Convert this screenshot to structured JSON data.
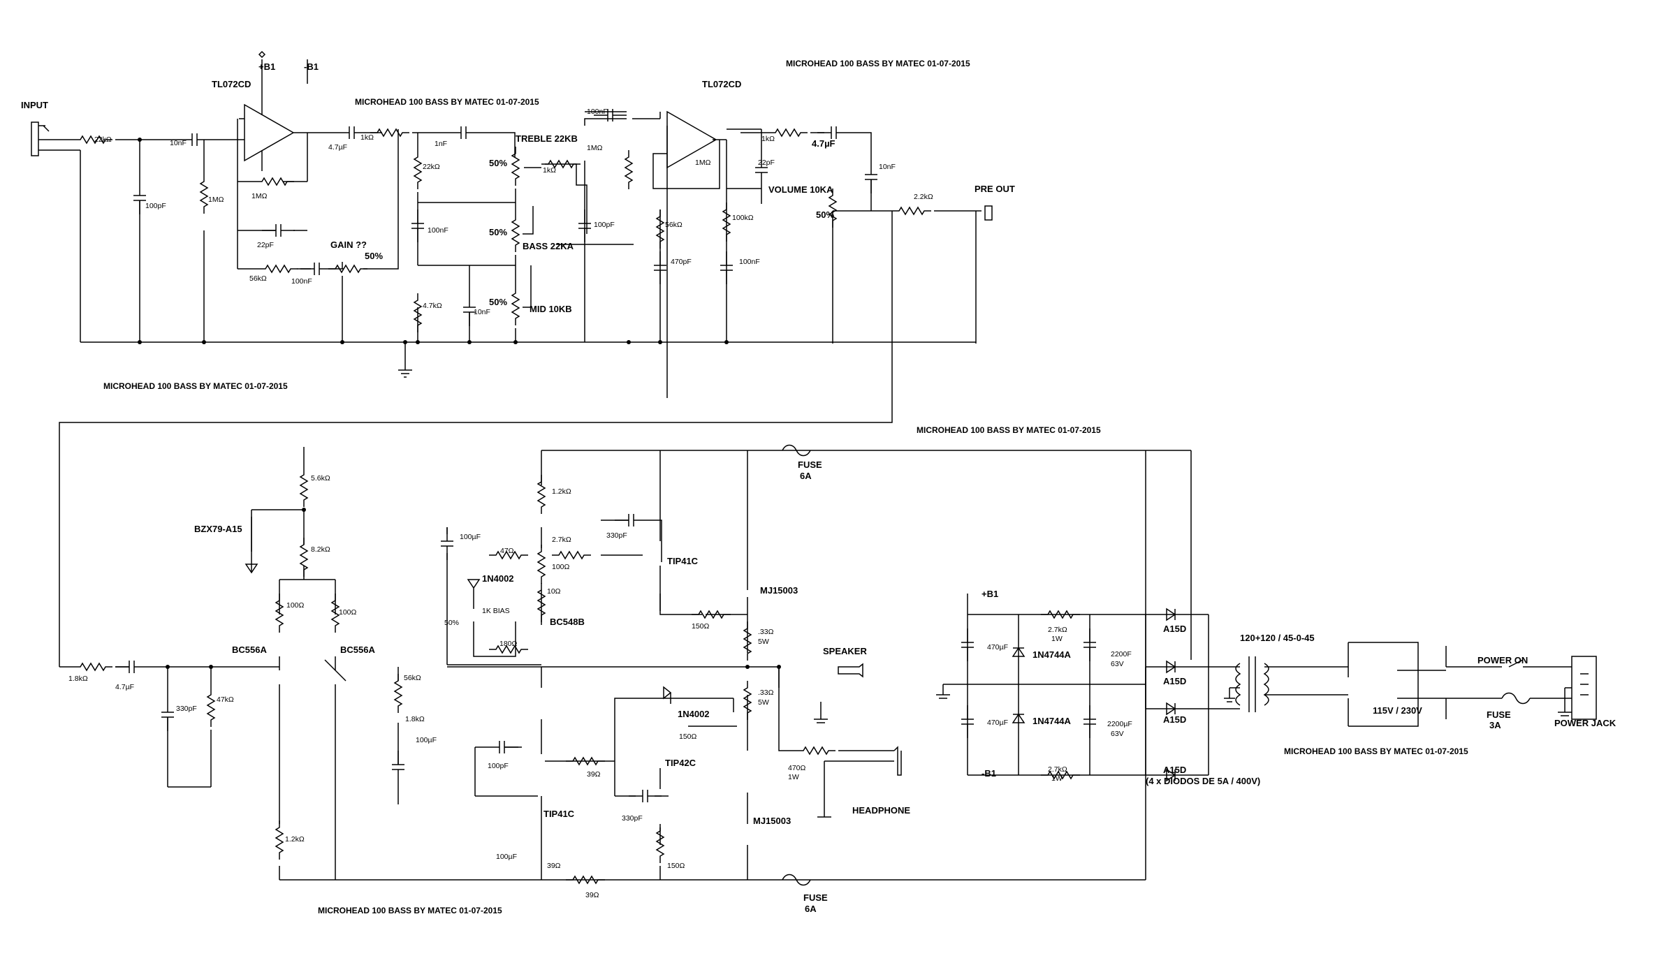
{
  "titles": {
    "t1": "MICROHEAD 100 BASS  BY MATEC 01-07-2015",
    "t2": "MICROHEAD 100 BASS  BY MATEC 01-07-2015",
    "t3": "MICROHEAD 100 BASS  BY MATEC 01-07-2015",
    "t4": "MICROHEAD 100 BASS  BY MATEC 01-07-2015",
    "t5": "MICROHEAD 100 BASS  BY MATEC 01-07-2015",
    "t6": "MICROHEAD 100 BASS  BY MATEC 01-07-2015"
  },
  "preamp": {
    "input": "INPUT",
    "opamp1": "TL072CD",
    "opamp2": "TL072CD",
    "plus_b1": "+B1",
    "minus_b1": "-B1",
    "r_22k": "22kΩ",
    "c_10nf_in": "10nF",
    "c_100pf_in": "100pF",
    "r_1m_in": "1MΩ",
    "r_1m_fb": "1MΩ",
    "c_22pf_fb": "22pF",
    "r_56k_g": "56kΩ",
    "c_100nf_g": "100nF",
    "gain": "GAIN ??",
    "gain_pct": "50%",
    "c_4u7_a": "4.7µF",
    "r_1k_a": "1kΩ",
    "c_1nf": "1nF",
    "treble": "TREBLE 22KB",
    "treble_pct": "50%",
    "r_1k_b": "1kΩ",
    "r_22k_tone": "22kΩ",
    "c_100nf_tone": "100nF",
    "bass": "BASS 22KA",
    "bass_pct": "50%",
    "r_4k7": "4.7kΩ",
    "c_10nf_mid": "10nF",
    "mid": "MID 10KB",
    "mid_pct": "50%",
    "c_100nf_b": "100nF",
    "r_1m_b": "1MΩ",
    "c_100pf_b": "100pF",
    "r_1m_c": "1MΩ",
    "c_22pf_b": "22pF",
    "r_56k_b": "56kΩ",
    "c_470pf": "470pF",
    "r_100k": "100kΩ",
    "c_100nf_c": "100nF",
    "r_1k_c": "1kΩ",
    "c_4u7_b": "4.7µF",
    "c_10nf_out": "10nF",
    "volume": "VOLUME 10KA",
    "volume_pct": "50%",
    "r_2k2": "2.2kΩ",
    "pre_out": "PRE OUT"
  },
  "poweramp": {
    "r_5k6": "5.6kΩ",
    "zener": "BZX79-A15",
    "r_8k2": "8.2kΩ",
    "r_100_a": "100Ω",
    "r_100_b": "100Ω",
    "q1": "BC556A",
    "q2": "BC556A",
    "r_1k8_in": "1.8kΩ",
    "c_4u7_in": "4.7µF",
    "c_330pf_in": "330pF",
    "r_47k": "47kΩ",
    "r_56k": "56kΩ",
    "r_1k8": "1.8kΩ",
    "c_100uf_a": "100µF",
    "r_1k2_tail": "1.2kΩ",
    "c_100uf_b": "100µF",
    "r_1k2": "1.2kΩ",
    "c_100uf_c": "100µF",
    "r_47": "47Ω",
    "d_1n4002_a": "1N4002",
    "r_2k7": "2.7kΩ",
    "r_100_c": "100Ω",
    "r_10": "10Ω",
    "bias": "1K BIAS",
    "bias_pct": "50%",
    "r_180": "180Ω",
    "q_bc548": "BC548B",
    "c_330pf_a": "330pF",
    "q_tip41_a": "TIP41C",
    "q_mj_a": "MJ15003",
    "r_150_a": "150Ω",
    "r_033_a": ".33Ω",
    "r_033_a_w": "5W",
    "r_033_b": ".33Ω",
    "r_033_b_w": "5W",
    "speaker": "SPEAKER",
    "d_1n4002_b": "1N4002",
    "r_150_b": "150Ω",
    "c_100pf": "100pF",
    "r_39_a": "39Ω",
    "q_tip42": "TIP42C",
    "c_330pf_b": "330pF",
    "q_tip41_b": "TIP41C",
    "q_mj_b": "MJ15003",
    "r_39_b": "39Ω",
    "r_150_c": "150Ω",
    "r_39_c": "39Ω",
    "r_470": "470Ω",
    "r_470_w": "1W",
    "headphone": "HEADPHONE",
    "fuse_top": "FUSE",
    "fuse_top_a": "6A",
    "fuse_bot": "FUSE",
    "fuse_bot_a": "6A"
  },
  "psu": {
    "plus_b1": "+B1",
    "minus_b1": "-B1",
    "c_470_a": "470µF",
    "c_470_b": "470µF",
    "z_a": "1N4744A",
    "z_b": "1N4744A",
    "r_2k7_a": "2.7kΩ",
    "r_2k7_a_w": "1W",
    "r_2k7_b": "2.7kΩ",
    "r_2k7_b_w": "1W",
    "c_2200_a": "2200F",
    "c_2200_a_v": "63V",
    "c_2200_b": "2200µF",
    "c_2200_b_v": "63V",
    "d1": "A15D",
    "d2": "A15D",
    "d3": "A15D",
    "d4": "A15D",
    "diodes_note": "(4 x DIODOS DE 5A / 400V)",
    "transformer": "120+120 / 45-0-45",
    "selector": "115V / 230V",
    "power_on": "POWER ON",
    "fuse": "FUSE",
    "fuse_a": "3A",
    "power_jack": "POWER JACK"
  }
}
